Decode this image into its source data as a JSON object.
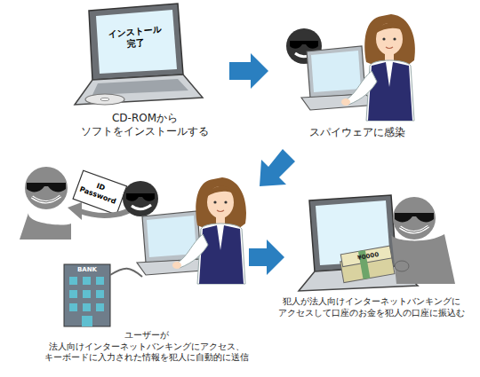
{
  "diagram": {
    "labels": [
      "インストール 完了",
      "CD-ROMから ソフトをインストールする",
      "スパイウェアに感染",
      "ID Password",
      "BANK",
      "ユーザーが 法人向けインターネットバンキングにアクセス、 キーボードに入力された情報を犯人に自動的に送信",
      "犯人が法人向けインターネットバンキングに アクセスして口座のお金を犯人の口座に振込む",
      "¥0000"
    ]
  }
}
